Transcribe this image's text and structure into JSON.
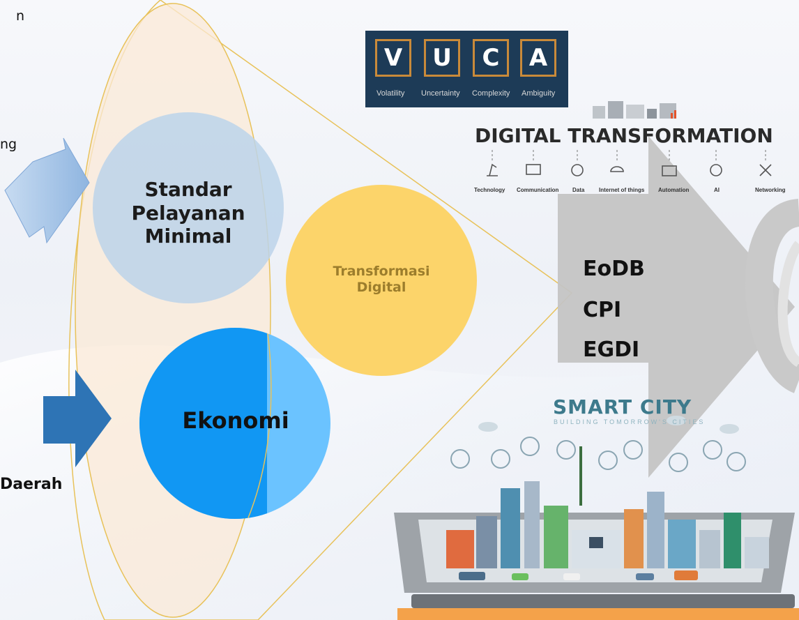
{
  "left_texts": {
    "top_cut": "n",
    "middle_cut": "ng",
    "bottom": "Daerah"
  },
  "circles": {
    "spm": "Standar\nPelayanan\nMinimal",
    "spm_lines": [
      "Standar",
      "Pelayanan",
      "Minimal"
    ],
    "transformasi_lines": [
      "Transformasi",
      "Digital"
    ],
    "ekonomi": "Ekonomi"
  },
  "vuca": {
    "letters": [
      "V",
      "U",
      "C",
      "A"
    ],
    "words": [
      "Volatility",
      "Uncertainty",
      "Complexity",
      "Ambiguity"
    ]
  },
  "digital_transformation": {
    "title": "DIGITAL TRANSFORMATION",
    "labels": [
      "Technology",
      "Communication",
      "Data",
      "Internet of things",
      "Automation",
      "AI",
      "Networking"
    ]
  },
  "metrics": [
    "EoDB",
    "CPI",
    "EGDI"
  ],
  "smart_city": {
    "title": "SMART CITY",
    "subtitle": "BUILDING TOMORROW'S CITIES"
  },
  "colors": {
    "funnel_fill": "#fbe9d7",
    "funnel_stroke": "#e8c25a",
    "spm_circle": "#bcd3ea",
    "transformasi_circle": "#fcd46a",
    "ekonomi_dark": "#1197f3",
    "ekonomi_light": "#6bc3ff",
    "arrow_light": "#a9c8ea",
    "arrow_dark": "#2e74b5",
    "arrow_gray": "#c4c4c4",
    "vuca_bg": "#1d3b57",
    "vuca_border": "#c98a3a"
  }
}
